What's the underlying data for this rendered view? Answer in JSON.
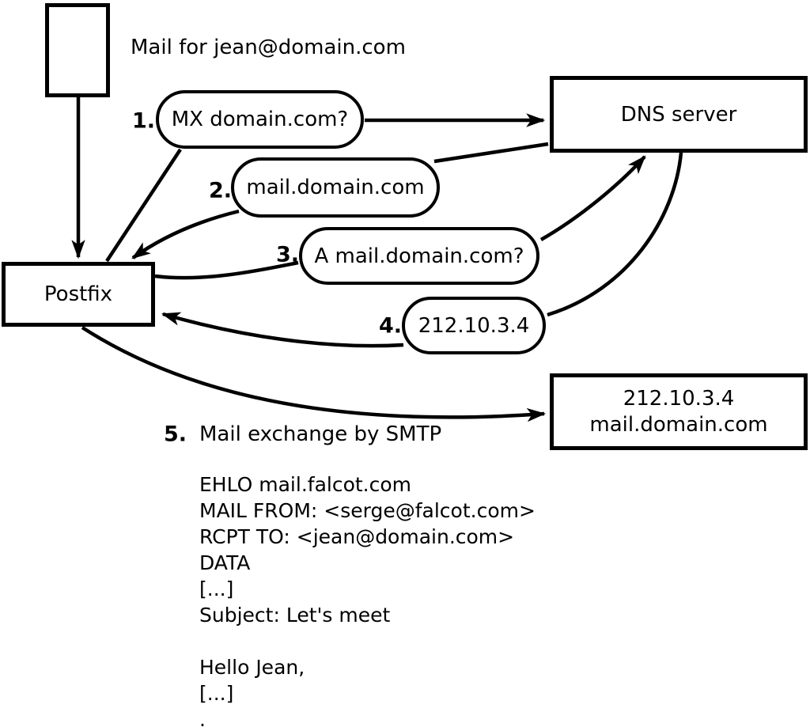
{
  "diagram": {
    "title": "Mail for jean@domain.com",
    "nodes": {
      "postfix": "Postfix",
      "dns": "DNS server",
      "mailserver_line1": "212.10.3.4",
      "mailserver_line2": "mail.domain.com"
    },
    "steps": [
      {
        "num": "1.",
        "label": "MX domain.com?"
      },
      {
        "num": "2.",
        "label": "mail.domain.com"
      },
      {
        "num": "3.",
        "label": "A mail.domain.com?"
      },
      {
        "num": "4.",
        "label": "212.10.3.4"
      },
      {
        "num": "5.",
        "label": "Mail exchange by SMTP"
      }
    ],
    "smtp_lines": [
      "EHLO mail.falcot.com",
      "MAIL FROM: <serge@falcot.com>",
      "RCPT TO: <jean@domain.com>",
      "DATA",
      "[...]",
      "Subject: Let's meet",
      "",
      "Hello Jean,",
      "[...]",
      "."
    ]
  },
  "colors": {
    "ink": "#000000",
    "paper": "#ffffff"
  }
}
